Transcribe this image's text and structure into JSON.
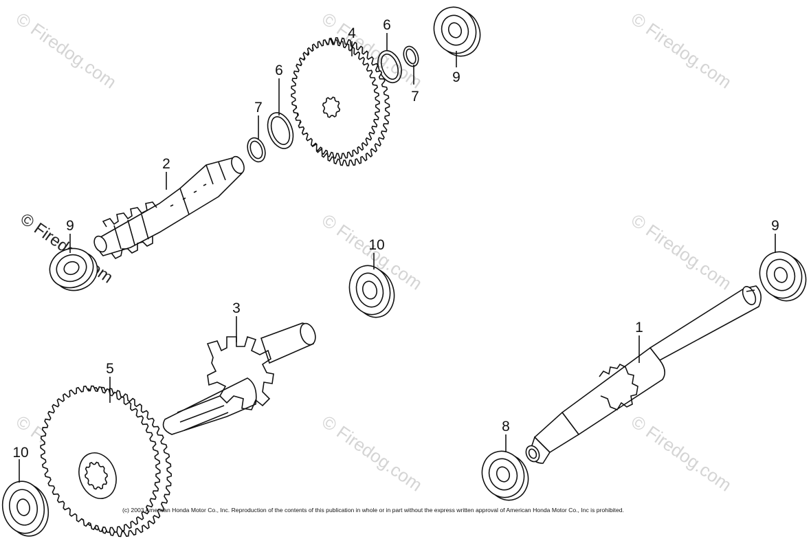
{
  "callouts": {
    "c1": "1",
    "c2": "2",
    "c3": "3",
    "c4": "4",
    "c5": "5",
    "c6a": "6",
    "c6b": "6",
    "c7a": "7",
    "c7b": "7",
    "c8": "8",
    "c9a": "9",
    "c9b": "9",
    "c9c": "9",
    "c10a": "10",
    "c10b": "10"
  },
  "watermarks": {
    "w1": "© Firedog.com",
    "w2": "© Firedog.com",
    "w3": "© Firedog.com",
    "w4": "© Firedog.com",
    "w5": "© Firedog.com",
    "w6": "© Firedog.com",
    "w7": "© Firedog.com",
    "w8": "© Firedog.com",
    "w9": "© Firedog.com"
  },
  "copyright": "(c) 2003 American Honda Motor Co., Inc. Reproduction of the contents of this publication in whole or in part without the express written approval of American Honda Motor Co., Inc is prohibited.",
  "colors": {
    "line": "#111111",
    "watermark": "#d4d4d4",
    "background": "#ffffff"
  }
}
